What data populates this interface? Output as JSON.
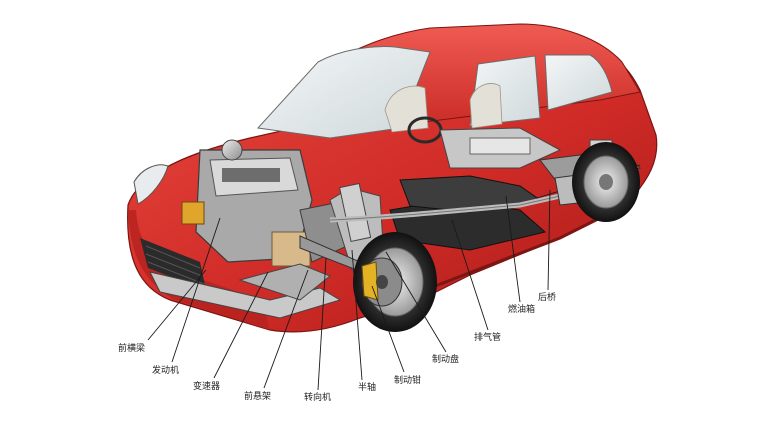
{
  "figure": {
    "body_color": "#d8322d",
    "labels": [
      {
        "id": "front-crossmember",
        "text": "前横梁"
      },
      {
        "id": "engine",
        "text": "发动机"
      },
      {
        "id": "transmission",
        "text": "变速器"
      },
      {
        "id": "front-suspension",
        "text": "前悬架"
      },
      {
        "id": "steering-gear",
        "text": "转向机"
      },
      {
        "id": "half-shaft",
        "text": "半轴"
      },
      {
        "id": "brake-caliper",
        "text": "制动钳"
      },
      {
        "id": "brake-disc",
        "text": "制动盘"
      },
      {
        "id": "exhaust-pipe",
        "text": "排气管"
      },
      {
        "id": "fuel-tank",
        "text": "燃油箱"
      },
      {
        "id": "rear-axle",
        "text": "后桥"
      }
    ]
  }
}
